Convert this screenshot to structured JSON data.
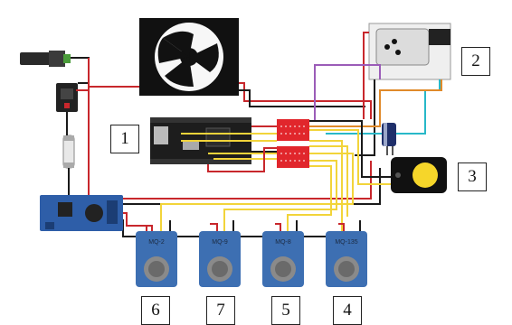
{
  "component_numbers": {
    "n1": "1",
    "n2": "2",
    "n3": "3",
    "n4": "4",
    "n5": "5",
    "n6": "6",
    "n7": "7"
  },
  "sensors": [
    {
      "key": "s6",
      "label": "MQ-2"
    },
    {
      "key": "s7",
      "label": "MQ-9"
    },
    {
      "key": "s5",
      "label": "MQ-8"
    },
    {
      "key": "s4",
      "label": "MQ-135"
    }
  ],
  "colors": {
    "wire_red": "#c8272c",
    "wire_black": "#1a1a1a",
    "wire_yellow": "#f2d43a",
    "wire_purple": "#9b5cb8",
    "wire_cyan": "#28b8c8",
    "wire_orange": "#e08a2a",
    "sensor_blue": "#3d6fb2",
    "converter_blue": "#2e5ea8",
    "level_shifter_red": "#e1262c",
    "mcu_black": "#1d1d1d"
  }
}
